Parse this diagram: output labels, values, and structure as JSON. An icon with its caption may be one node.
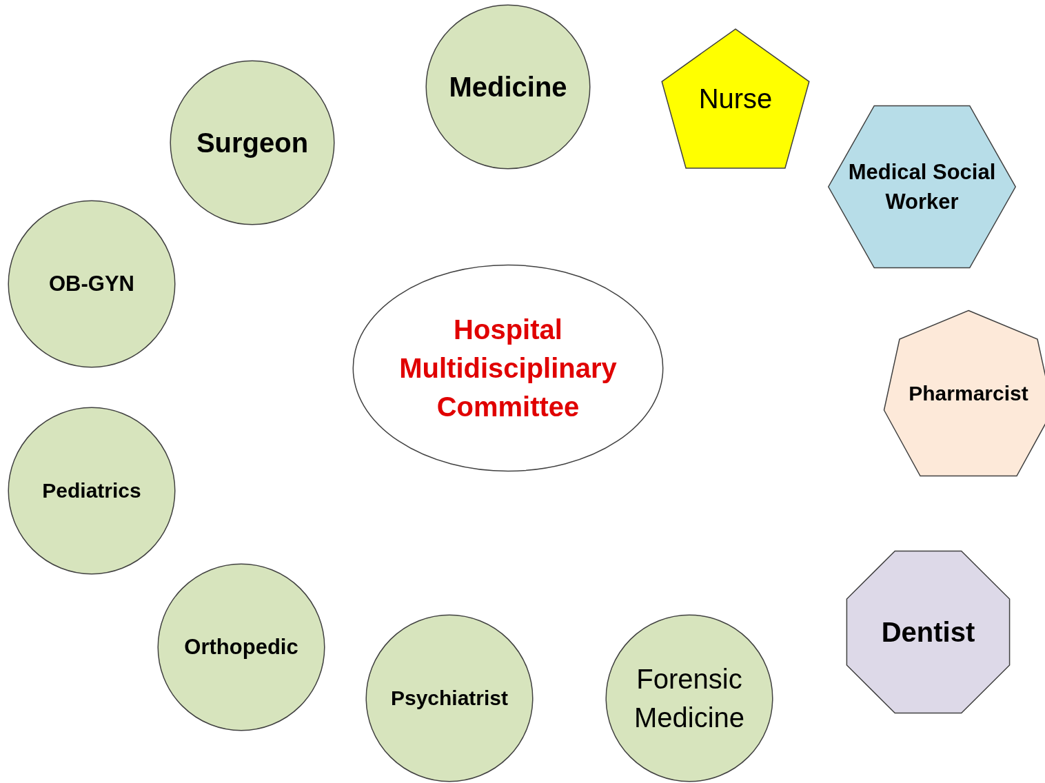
{
  "diagram": {
    "nodes": [
      {
        "text": [
          "Medicine"
        ]
      },
      {
        "text": [
          "Nurse"
        ]
      },
      {
        "text": [
          "Surgeon"
        ]
      },
      {
        "text": [
          "Medical Social Worker"
        ]
      },
      {
        "text": [
          "OB-GYN"
        ]
      },
      {
        "text": [
          "Hospital Multidisciplinary Committee"
        ]
      },
      {
        "text": [
          "Pharmarcist"
        ]
      },
      {
        "text": [
          "Pediatrics"
        ]
      },
      {
        "text": [
          "Dentist"
        ]
      },
      {
        "text": [
          "Orthopedic"
        ]
      },
      {
        "text": [
          "Psychiatrist"
        ]
      },
      {
        "text": [
          "Forensic Medicine"
        ]
      }
    ],
    "edges": []
  }
}
